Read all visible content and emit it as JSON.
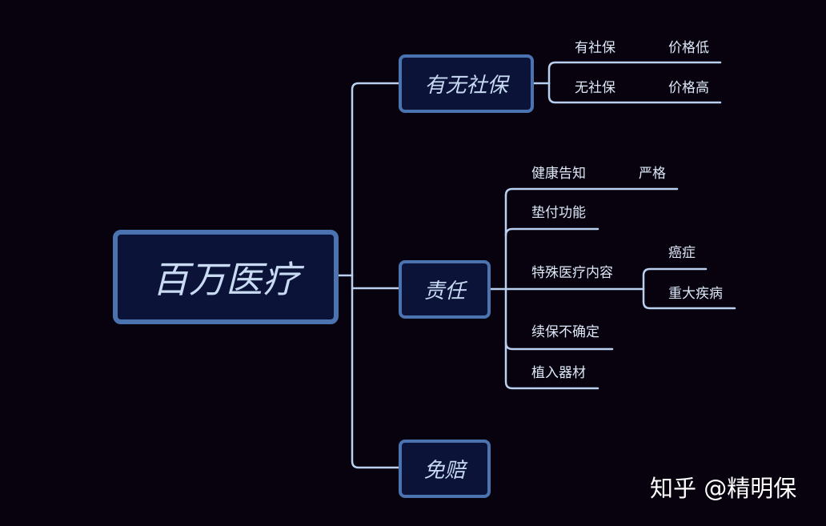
{
  "diagram": {
    "root": "百万医疗",
    "branches": [
      {
        "label": "有无社保",
        "children": [
          {
            "label": "有社保",
            "detail": "价格低"
          },
          {
            "label": "无社保",
            "detail": "价格高"
          }
        ]
      },
      {
        "label": "责任",
        "children": [
          {
            "label": "健康告知",
            "detail": "严格"
          },
          {
            "label": "垫付功能"
          },
          {
            "label": "特殊医疗内容",
            "sub": [
              "癌症",
              "重大疾病"
            ]
          },
          {
            "label": "续保不确定"
          },
          {
            "label": "植入器材"
          }
        ]
      },
      {
        "label": "免赔"
      }
    ]
  },
  "watermark": "知乎 @精明保",
  "colors": {
    "background": "#07020e",
    "node_fill": "#0b1338",
    "node_border": "#4b73b0",
    "connector": "#b9d0f0",
    "text": "#dce8f8"
  }
}
